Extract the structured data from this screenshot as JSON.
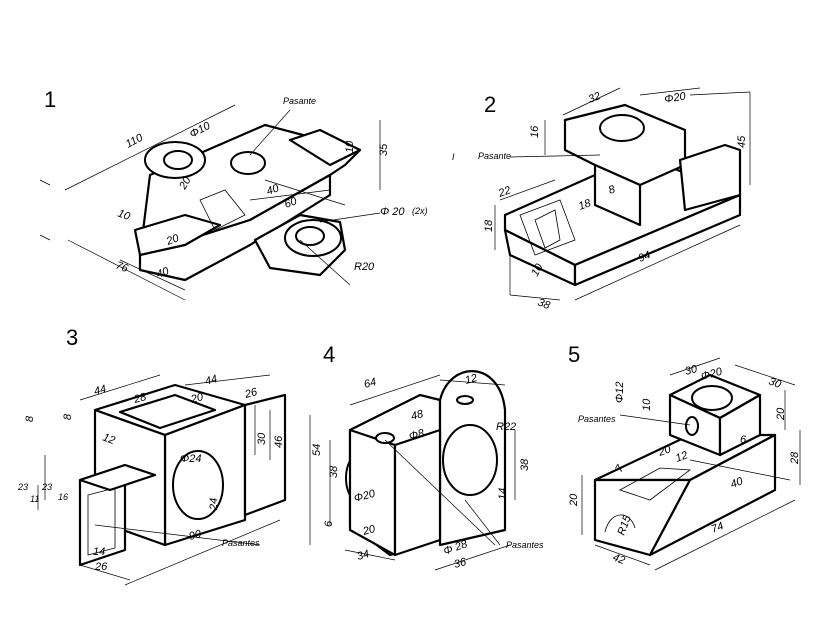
{
  "figures": [
    {
      "number": "1",
      "dims": {
        "d_110": "110",
        "d_phi10": "Φ10",
        "d_20": "20",
        "d_10a": "10",
        "d_35": "35",
        "d_40a": "40",
        "d_60": "60",
        "d_10b": "10",
        "d_20b": "20",
        "d_76": "76",
        "d_40b": "40",
        "d_phi20": "Φ 20",
        "d_2x": "(2x)",
        "d_r20": "R20"
      },
      "note": "Pasante"
    },
    {
      "number": "2",
      "dims": {
        "d_32": "32",
        "d_phi20": "Φ20",
        "d_16": "16",
        "d_45": "45",
        "d_8": "8",
        "d_22": "22",
        "d_18a": "18",
        "d_18b": "18",
        "d_10": "10",
        "d_38": "38",
        "d_94": "94"
      },
      "note": "Pasante"
    },
    {
      "number": "3",
      "dims": {
        "d_44a": "44",
        "d_28": "28",
        "d_44b": "44",
        "d_20": "20",
        "d_26a": "26",
        "d_8a": "8",
        "d_8b": "8",
        "d_12": "12",
        "d_30": "30",
        "d_46": "46",
        "d_phi24": "Φ24",
        "d_23a": "23",
        "d_23b": "23",
        "d_11": "11",
        "d_16": "16",
        "d_24": "24",
        "d_90": "90",
        "d_14": "14",
        "d_26b": "26"
      },
      "note": "Pasantes"
    },
    {
      "number": "4",
      "dims": {
        "d_64": "64",
        "d_12": "12",
        "d_48": "48",
        "d_phi8": "Φ8",
        "d_r22": "R22",
        "d_54": "54",
        "d_38a": "38",
        "d_38b": "38",
        "d_14": "14",
        "d_6": "6",
        "d_phi20": "Φ20",
        "d_20": "20",
        "d_34": "34",
        "d_phi28": "Φ 28",
        "d_36": "36"
      },
      "note": "Pasantes"
    },
    {
      "number": "5",
      "dims": {
        "d_30a": "30",
        "d_phi20": "Φ20",
        "d_30b": "30",
        "d_phi12": "Φ12",
        "d_10": "10",
        "d_20a": "20",
        "d_6": "6",
        "d_28": "28",
        "d_20b": "20",
        "d_12": "12",
        "d_7": "7",
        "d_40": "40",
        "d_20c": "20",
        "d_r15": "R15",
        "d_74": "74",
        "d_42": "42"
      },
      "note": "Pasantes"
    }
  ],
  "stray": {
    "s1": "1",
    "s2": "I"
  }
}
